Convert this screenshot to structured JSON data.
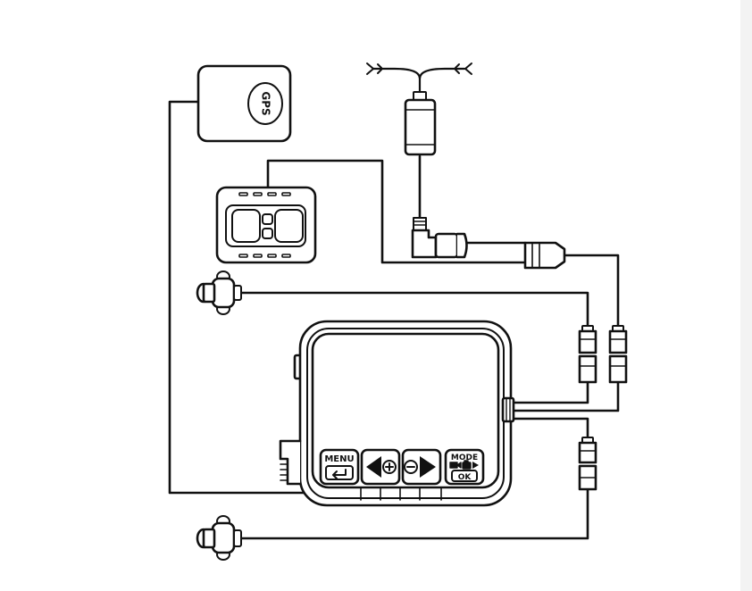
{
  "gps": {
    "label": "GPS"
  },
  "buttons": {
    "menu": {
      "label": "MENU"
    },
    "mode": {
      "label": "MODE",
      "sub_label": "OK"
    }
  },
  "colors": {
    "line": "#111111",
    "fill": "#ffffff",
    "panel": "#f3f3f3"
  }
}
